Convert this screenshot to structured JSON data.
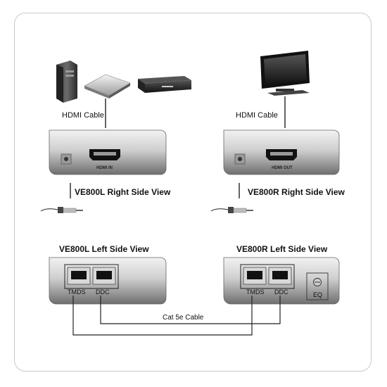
{
  "top_left": {
    "cable_label": "HDMI Cable",
    "port_label": "HDMI IN",
    "view_title": "VE800L Right Side View"
  },
  "top_right": {
    "cable_label": "HDMI Cable",
    "port_label": "HDMI OUT",
    "view_title": "VE800R Right Side View"
  },
  "bottom_left": {
    "view_title": "VE800L Left Side View",
    "port1": "TMDS",
    "port2": "DDC"
  },
  "bottom_right": {
    "view_title": "VE800R Left Side View",
    "port1": "TMDS",
    "port2": "DDC",
    "eq_label": "EQ"
  },
  "cable_label": "Cat 5e  Cable",
  "icons": [
    "desktop-pc-icon",
    "media-player-icon",
    "dvd-player-icon",
    "tv-monitor-icon",
    "power-adapter-icon"
  ],
  "colors": {
    "device_top": "#e6e6e6",
    "device_bottom": "#7a7a7a",
    "line": "#222222"
  }
}
